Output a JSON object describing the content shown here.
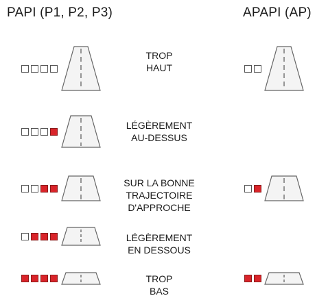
{
  "headers": {
    "papi": "PAPI (P1, P2, P3)",
    "apapi": "APAPI (AP)"
  },
  "colors": {
    "red_light": "#d9242a",
    "white_light": "#ffffff",
    "outline": "#555555"
  },
  "rows": [
    {
      "id": "trop-haut",
      "label_lines": [
        "TROP",
        "HAUT"
      ],
      "papi": [
        "white",
        "white",
        "white",
        "white"
      ],
      "apapi": [
        "white",
        "white"
      ]
    },
    {
      "id": "legerement-au-dessus",
      "label_lines": [
        "LÉGÈREMENT",
        "AU-DESSUS"
      ],
      "papi": [
        "white",
        "white",
        "white",
        "red"
      ],
      "apapi": null
    },
    {
      "id": "bonne-trajectoire",
      "label_lines": [
        "SUR LA BONNE",
        "TRAJECTOIRE",
        "D'APPROCHE"
      ],
      "papi": [
        "white",
        "white",
        "red",
        "red"
      ],
      "apapi": [
        "white",
        "red"
      ]
    },
    {
      "id": "legerement-en-dessous",
      "label_lines": [
        "LÉGÈREMENT",
        "EN DESSOUS"
      ],
      "papi": [
        "white",
        "red",
        "red",
        "red"
      ],
      "apapi": null
    },
    {
      "id": "trop-bas",
      "label_lines": [
        "TROP",
        "BAS"
      ],
      "papi": [
        "red",
        "red",
        "red",
        "red"
      ],
      "apapi": [
        "red",
        "red"
      ]
    }
  ]
}
